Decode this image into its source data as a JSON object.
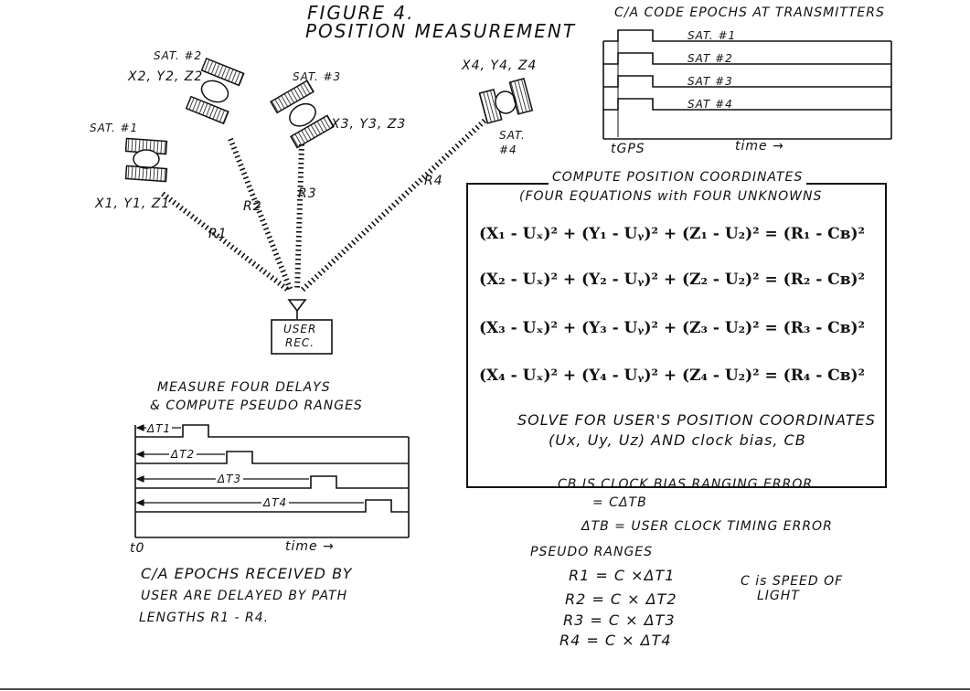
{
  "figure": {
    "title_line1": "FIGURE 4.",
    "title_line2": "POSITION MEASUREMENT"
  },
  "transmitters": {
    "title": "C/A CODE EPOCHS AT TRANSMITTERS",
    "sat_labels": [
      "SAT. #1",
      "SAT #2",
      "SAT #3",
      "SAT #4"
    ],
    "tgps_label": "tGPS",
    "time_label": "time →"
  },
  "geometry": {
    "sat1": {
      "label": "SAT. #1",
      "coords": "X1, Y1, Z1"
    },
    "sat2": {
      "label": "SAT. #2",
      "coords": "X2, Y2, Z2"
    },
    "sat3": {
      "label": "SAT. #3",
      "coords": "X3, Y3, Z3"
    },
    "sat4": {
      "label": "SAT. #4",
      "coords": "X4, Y4, Z4"
    },
    "ranges": [
      "R1",
      "R2",
      "R3",
      "R4"
    ],
    "receiver_label_1": "USER",
    "receiver_label_2": "REC."
  },
  "compute": {
    "title": "COMPUTE POSITION COORDINATES",
    "subtitle": "(FOUR EQUATIONS with FOUR UNKNOWNS",
    "equations": [
      "(X₁ - Uₓ)² + (Y₁ - Uᵧ)² + (Z₁ - U₂)² = (R₁ - Cʙ)²",
      "(X₂ - Uₓ)² + (Y₂ - Uᵧ)² + (Z₂ - U₂)² = (R₂ - Cʙ)²",
      "(X₃ - Uₓ)² + (Y₃ - Uᵧ)² + (Z₃ - U₂)² = (R₃ - Cʙ)²",
      "(X₄ - Uₓ)² + (Y₄ - Uᵧ)² + (Z₄ - U₂)² = (R₄ - Cʙ)²"
    ],
    "solve_line1": "SOLVE FOR USER'S POSITION COORDINATES",
    "solve_line2": "(Ux, Uy, Uz) AND clock bias, CB"
  },
  "bias": {
    "line1": "CB IS CLOCK BIAS RANGING ERROR",
    "line2": "= CΔTB",
    "line3": "ΔTB = USER CLOCK TIMING ERROR"
  },
  "delays": {
    "title_line1": "MEASURE FOUR DELAYS",
    "title_line2": "& COMPUTE PSEUDO RANGES",
    "labels": [
      "ΔT1",
      "ΔT2",
      "ΔT3",
      "ΔT4"
    ],
    "t0_label": "t0",
    "time_label": "time →"
  },
  "received": {
    "line1": "C/A EPOCHS RECEIVED BY",
    "line2": "USER ARE DELAYED BY PATH",
    "line3": "LENGTHS R1 - R4."
  },
  "pseudo": {
    "title": "PSEUDO RANGES",
    "formulas": [
      "R1 = C ×ΔT1",
      "R2 = C × ΔT2",
      "R3 = C × ΔT3",
      "R4 = C × ΔT4"
    ],
    "light_line1": "C is SPEED OF",
    "light_line2": "LIGHT"
  }
}
